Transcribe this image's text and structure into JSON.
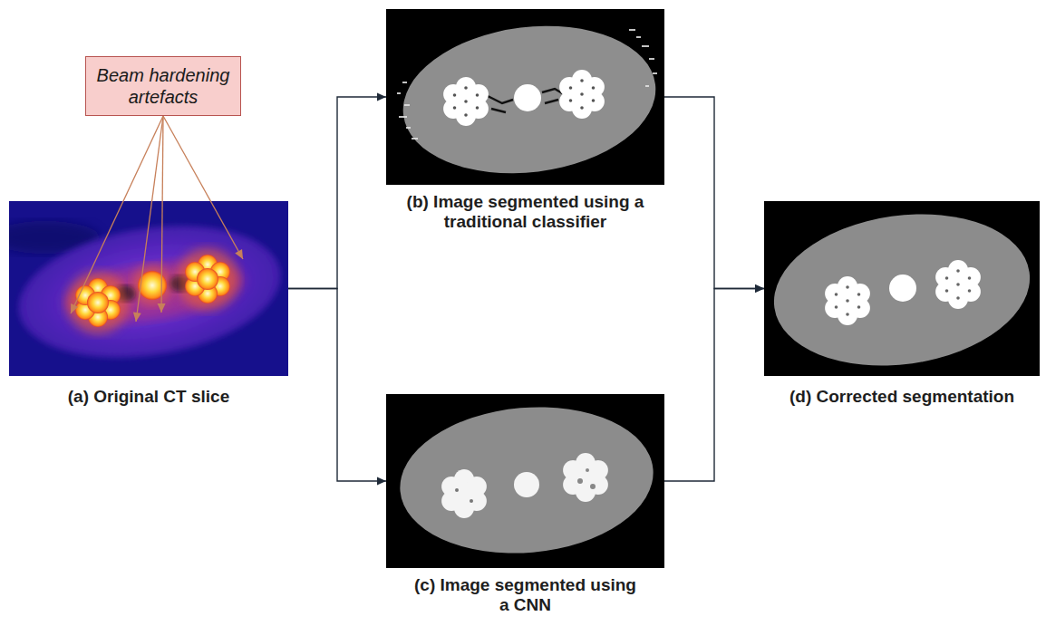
{
  "diagram": {
    "nodes": [
      {
        "text": [
          "Beam hardening artefacts"
        ]
      },
      {
        "text": [
          "(a) Original CT slice"
        ]
      },
      {
        "text": [
          "(b) Image segmented using a traditional classifier"
        ]
      },
      {
        "text": [
          "(c) Image segmented using a CNN"
        ]
      },
      {
        "text": [
          "(d) Corrected segmentation"
        ]
      }
    ],
    "edges": [
      {
        "from": 0,
        "to": 1,
        "arrow": "to"
      },
      {
        "from": 0,
        "to": 1,
        "arrow": "to"
      },
      {
        "from": 0,
        "to": 1,
        "arrow": "to"
      },
      {
        "from": 0,
        "to": 1,
        "arrow": "to"
      },
      {
        "from": 1,
        "to": 2,
        "arrow": "to"
      },
      {
        "from": 1,
        "to": 3,
        "arrow": "to"
      },
      {
        "from": 2,
        "to": 4,
        "arrow": "to"
      },
      {
        "from": 3,
        "to": 4,
        "arrow": "to"
      }
    ]
  }
}
